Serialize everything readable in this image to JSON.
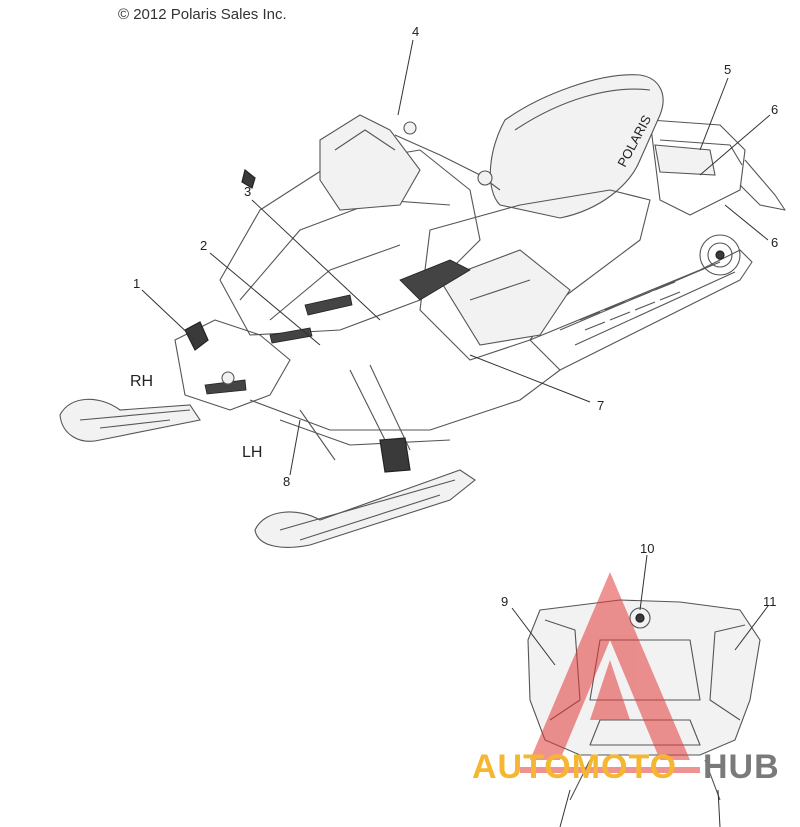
{
  "copyright": "© 2012 Polaris Sales Inc.",
  "side_labels": {
    "rh": "RH",
    "lh": "LH"
  },
  "callouts": [
    "1",
    "2",
    "3",
    "4",
    "5",
    "6",
    "6",
    "7",
    "8",
    "9",
    "10",
    "11"
  ],
  "brand_on_seat": "POLARIS",
  "watermark": {
    "text_left": "AUTOMOTO",
    "text_right": "HUB",
    "color_left": "#f5b731",
    "color_right": "#7a7a7a",
    "triangle_color": "#e23a3a"
  },
  "colors": {
    "line": "#555555",
    "dark": "#3a3a3a"
  }
}
